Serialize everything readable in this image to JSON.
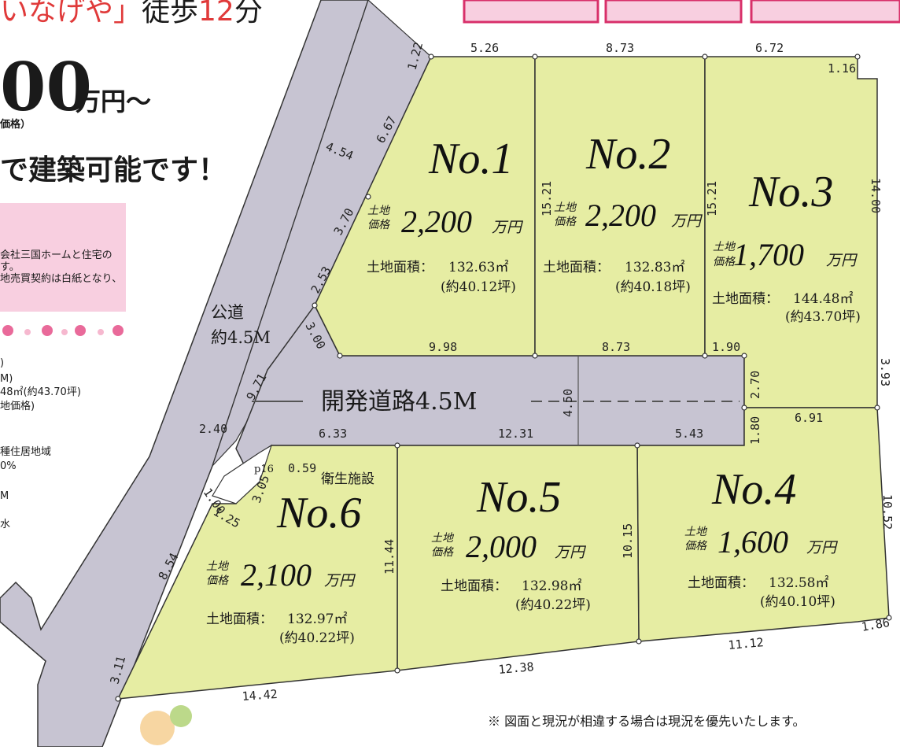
{
  "header": {
    "station_title_1": "いなげや」",
    "station_title_2": "徒歩",
    "station_minutes": "12",
    "station_title_3": "分",
    "price_fragment": "00",
    "price_unit": "万円～",
    "price_note": "価格）",
    "headline": "で建築可能です！"
  },
  "info_box": {
    "line1": "会社三国ホームと住宅の",
    "line2": "す。",
    "line3": "地売買契約は白紙となり、"
  },
  "left_info": {
    "l1": ")",
    "l2": "M)",
    "l3": "48㎡(約43.70坪)",
    "l4": "地価格)",
    "l5": "種住居地域",
    "l6": "0%",
    "l7": "M",
    "l8": "水"
  },
  "colors": {
    "lot": "#e6eda3",
    "road": "#c7c4d2",
    "pink_box": "#f8cfe0",
    "accent": "#d8306a",
    "header_red": "#e03a3a"
  },
  "labels": {
    "public_road_1": "公道",
    "public_road_2": "約4.5M",
    "dev_road": "開発道路4.5M",
    "sanitary": "衛生施設",
    "p16": "p16",
    "land_price_1": "土地",
    "land_price_2": "価格",
    "yen": "万円",
    "area_label": "土地面積：",
    "note": "※ 図面と現況が相違する場合は現況を優先いたします。"
  },
  "lots": [
    {
      "no": "No.1",
      "price": "2,200",
      "area": "132.63㎡",
      "tsubo": "(約40.12坪)"
    },
    {
      "no": "No.2",
      "price": "2,200",
      "area": "132.83㎡",
      "tsubo": "(約40.18坪)"
    },
    {
      "no": "No.3",
      "price": "1,700",
      "area": "144.48㎡",
      "tsubo": "(約43.70坪)"
    },
    {
      "no": "No.4",
      "price": "1,600",
      "area": "132.58㎡",
      "tsubo": "(約40.10坪)"
    },
    {
      "no": "No.5",
      "price": "2,000",
      "area": "132.98㎡",
      "tsubo": "(約40.22坪)"
    },
    {
      "no": "No.6",
      "price": "2,100",
      "area": "132.97㎡",
      "tsubo": "(約40.22坪)"
    }
  ],
  "dimensions": [
    "5.26",
    "8.73",
    "6.72",
    "1.16",
    "1.22",
    "6.67",
    "4.54",
    "15.21",
    "15.21",
    "14.00",
    "3.70",
    "2.53",
    "3.00",
    "9.98",
    "8.73",
    "1.90",
    "2.70",
    "3.93",
    "4.50",
    "9.71",
    "2.40",
    "6.33",
    "12.31",
    "5.43",
    "1.80",
    "6.91",
    "0.59",
    "3.05",
    "1.00",
    "1.25",
    "11.44",
    "10.15",
    "10.52",
    "8.54",
    "1.86",
    "11.12",
    "12.38",
    "14.42",
    "3.11"
  ]
}
